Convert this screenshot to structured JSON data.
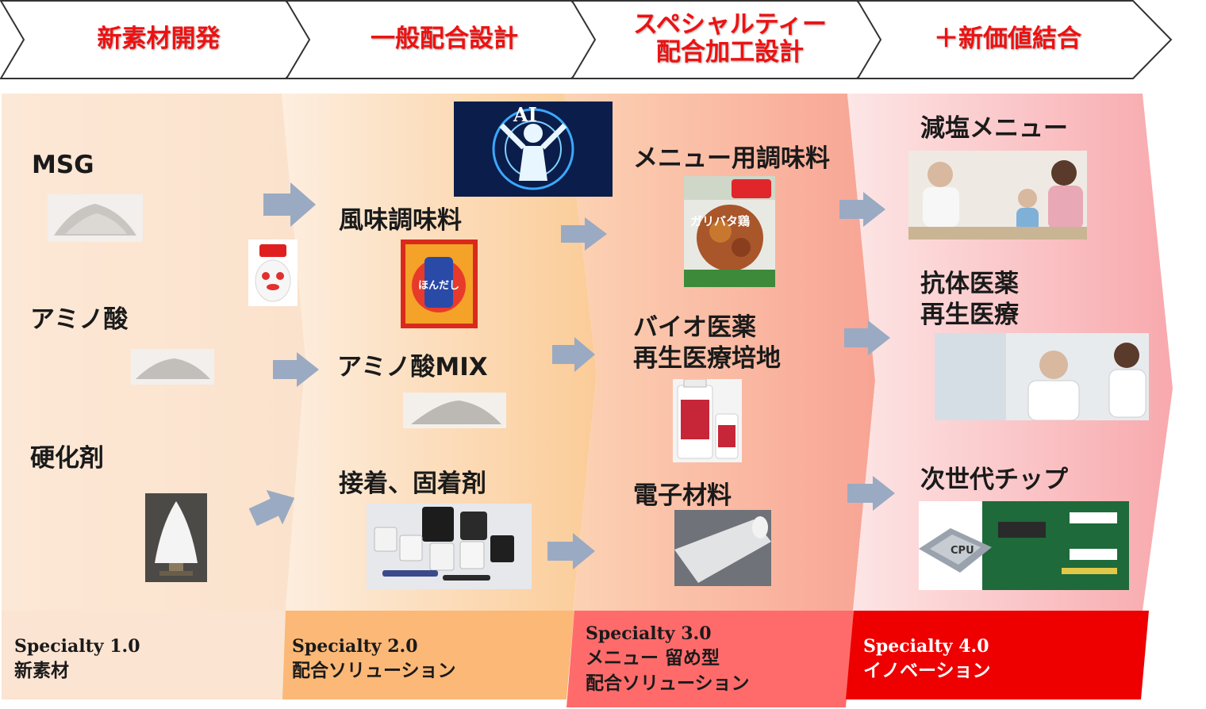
{
  "header": {
    "steps": [
      {
        "lines": [
          "新素材開発"
        ]
      },
      {
        "lines": [
          "一般配合設計"
        ]
      },
      {
        "lines": [
          "スペシャルティー",
          "配合加工設計"
        ]
      },
      {
        "lines": [
          "＋新価値結合"
        ]
      }
    ]
  },
  "columns": {
    "col1": {
      "items": [
        "MSG",
        "アミノ酸",
        "硬化剤"
      ]
    },
    "col2": {
      "items": [
        "風味調味料",
        "アミノ酸MIX",
        "接着、固着剤"
      ],
      "ai_badge": "AI"
    },
    "col3": {
      "items": [
        "メニュー用調味料",
        "バイオ医薬",
        "再生医療培地",
        "電子材料"
      ]
    },
    "col4": {
      "items": [
        "減塩メニュー",
        "抗体医薬",
        "再生医療",
        "次世代チップ"
      ]
    }
  },
  "product_text": {
    "hondashi": "ほんだし",
    "garibata": "ガリバタ鶏",
    "cpu": "CPU"
  },
  "specialty": [
    {
      "version": "Specialty 1.0",
      "lines": [
        "新素材"
      ]
    },
    {
      "version": "Specialty 2.0",
      "lines": [
        "配合ソリューション"
      ]
    },
    {
      "version": "Specialty 3.0",
      "lines": [
        "メニュー 留め型",
        "配合ソリューション"
      ]
    },
    {
      "version": "Specialty 4.0",
      "lines": [
        "イノベーション"
      ]
    }
  ],
  "colors": {
    "header_text": "#ee1111",
    "col1_bg": "#fbe6d3",
    "col2_bg": "#fcd9b2",
    "col3_bg": "#f9b9a3",
    "col4_bg": "#fbc6c6",
    "arrow": "#9aaac2",
    "spec1": "#fbe4d2",
    "spec2": "#fbb877",
    "spec3": "#ff6b6b",
    "spec4": "#ee0000"
  }
}
